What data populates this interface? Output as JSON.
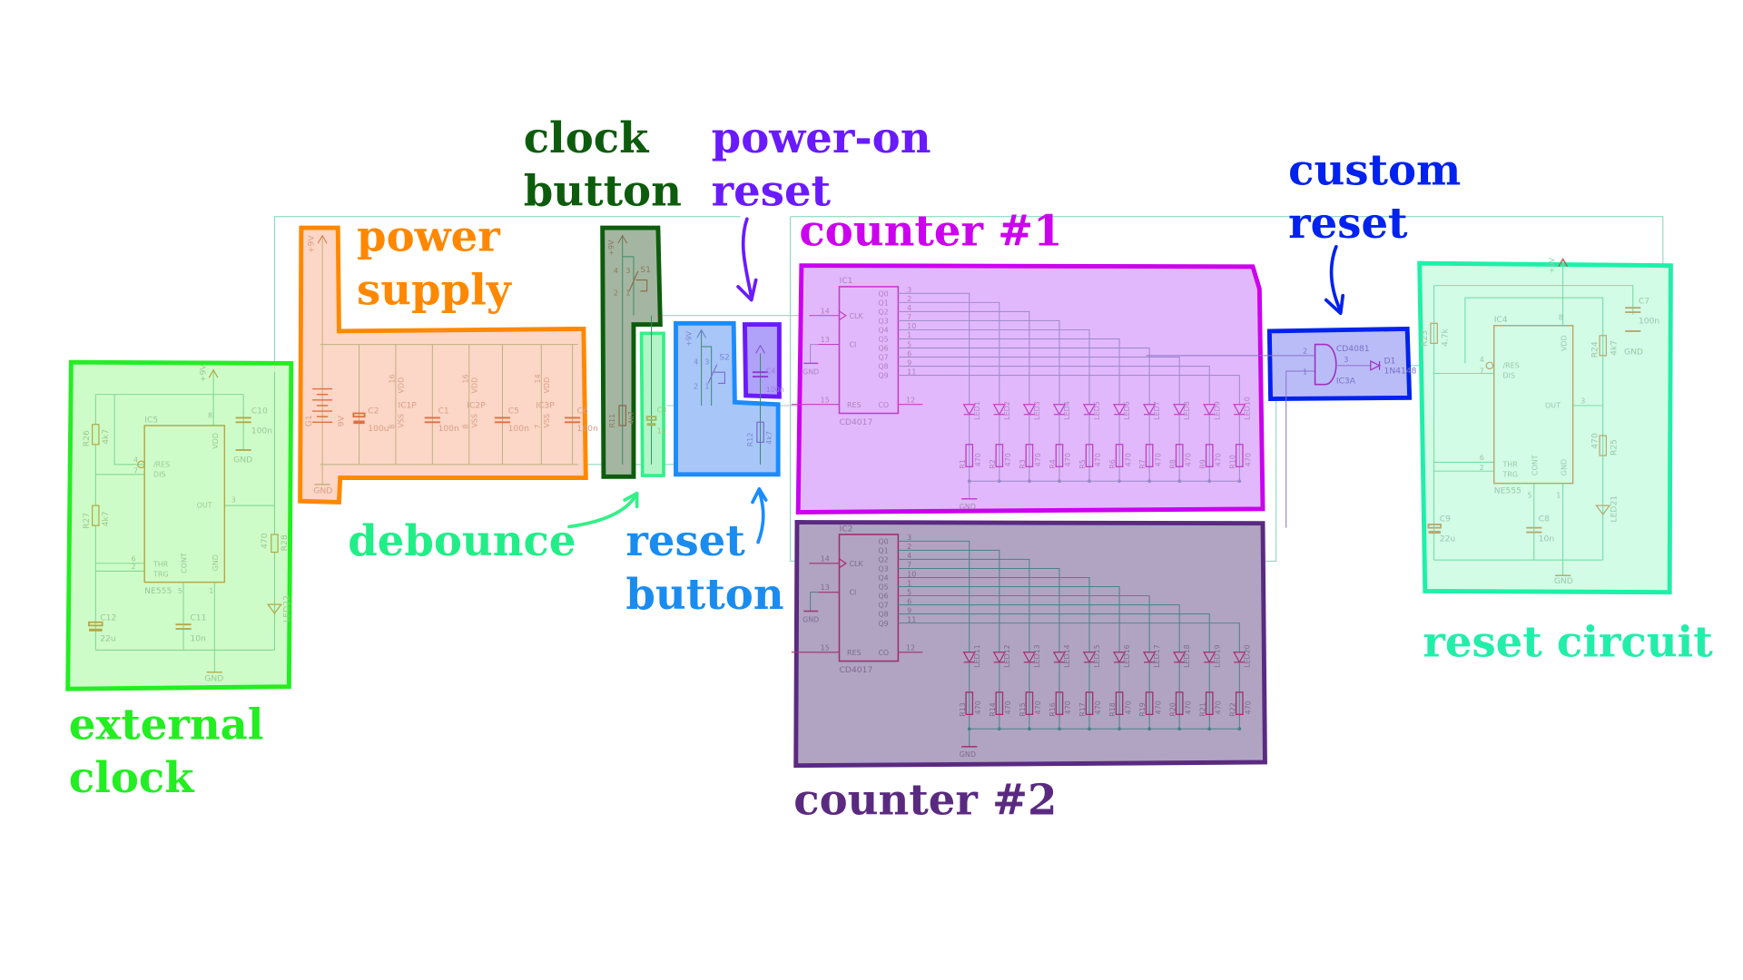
{
  "annotations": {
    "clock_button": [
      "clock",
      "button"
    ],
    "power_on_reset": [
      "power-on",
      "reset"
    ],
    "power_supply": [
      "power",
      "supply"
    ],
    "counter1": "counter #1",
    "custom_reset": [
      "custom",
      "reset"
    ],
    "debounce": "debounce",
    "reset_button": [
      "reset",
      "button"
    ],
    "external_clock": [
      "external",
      "clock"
    ],
    "counter2": "counter #2",
    "reset_circuit": "reset circuit"
  },
  "colors": {
    "external_clock": "#22ee22",
    "power_supply": "#ff8800",
    "clock_button": "#0d5c0d",
    "debounce": "#33f088",
    "reset_button": "#1a8cff",
    "power_on_reset": "#6a1aff",
    "counter1": "#cc00ee",
    "counter2": "#5a2a80",
    "custom_reset": "#0022ee",
    "reset_circuit": "#1ef0a8"
  },
  "external_clock": {
    "ic": "IC5",
    "part": "NE555",
    "supply": "+9V",
    "gnd": "GND",
    "pins": {
      "res": "/RES",
      "dis": "DIS",
      "out": "OUT",
      "thr": "THR",
      "trg": "TRG",
      "cont": "CONT",
      "gnd": "GND",
      "vdd": "VDD"
    },
    "pin_numbers": {
      "res": "4",
      "dis": "7",
      "out": "3",
      "thr": "6",
      "trg": "2",
      "vdd": "8",
      "cont": "5",
      "gnd": "1"
    },
    "r26": "R26",
    "r26_value": "4k7",
    "r27": "R27",
    "r27_value": "4k7",
    "r28": "R28",
    "r28_value": "470",
    "c10": "C10",
    "c10_value": "100n",
    "c11": "C11",
    "c11_value": "10n",
    "c12": "C12",
    "c12_value": "22u",
    "led": "LED22"
  },
  "power_supply": {
    "supply": "+9V",
    "gnd": "GND",
    "battery": "G1",
    "battery_value": "9V",
    "c2": "C2",
    "c2_value": "100u",
    "c1": "C1",
    "c1_value": "100n",
    "c5": "C5",
    "c5_value": "100n",
    "c6": "C6",
    "c6_value": "100n",
    "ic1p": "IC1P",
    "ic2p": "IC2P",
    "ic3p": "IC3P",
    "vdd": "VDD",
    "vss": "VSS",
    "vdd_pins": [
      "16",
      "16",
      "14"
    ],
    "vss_pins": [
      "8",
      "8",
      "7"
    ]
  },
  "clock_button": {
    "supply": "+9V",
    "switch": "S1",
    "r11": "R11",
    "r11_value": "4k7",
    "pins": [
      "4",
      "3",
      "2",
      "1"
    ]
  },
  "debounce": {
    "c3": "C3",
    "c3_value": "1u"
  },
  "reset_button": {
    "supply": "+9V",
    "switch": "S2",
    "r12": "R12",
    "r12_value": "4k7",
    "pins": [
      "4",
      "3",
      "2",
      "1"
    ]
  },
  "power_on_reset": {
    "c4": "C4",
    "c4_value": "100n",
    "supply": "+9V"
  },
  "counter1": {
    "ic": "IC1",
    "part": "CD4017",
    "gnd": "GND",
    "pins": {
      "clk": "CLK",
      "ci": "CI",
      "res": "RES",
      "co": "CO"
    },
    "pin_numbers": {
      "clk": "14",
      "ci": "13",
      "res": "15",
      "co": "12"
    },
    "outputs": [
      "Q0",
      "Q1",
      "Q2",
      "Q3",
      "Q4",
      "Q5",
      "Q6",
      "Q7",
      "Q8",
      "Q9"
    ],
    "output_pins": [
      "3",
      "2",
      "4",
      "7",
      "10",
      "1",
      "5",
      "6",
      "9",
      "11"
    ],
    "leds": [
      "LED1",
      "LED2",
      "LED3",
      "LED4",
      "LED5",
      "LED6",
      "LED7",
      "LED8",
      "LED9",
      "LED10"
    ],
    "resistors": [
      "R1",
      "R2",
      "R3",
      "R4",
      "R5",
      "R6",
      "R7",
      "R8",
      "R9",
      "R10"
    ],
    "resistor_value": "470"
  },
  "counter2": {
    "ic": "IC2",
    "part": "CD4017",
    "gnd": "GND",
    "pins": {
      "clk": "CLK",
      "ci": "CI",
      "res": "RES",
      "co": "CO"
    },
    "pin_numbers": {
      "clk": "14",
      "ci": "13",
      "res": "15",
      "co": "12"
    },
    "outputs": [
      "Q0",
      "Q1",
      "Q2",
      "Q3",
      "Q4",
      "Q5",
      "Q6",
      "Q7",
      "Q8",
      "Q9"
    ],
    "output_pins": [
      "3",
      "2",
      "4",
      "7",
      "10",
      "1",
      "5",
      "6",
      "9",
      "11"
    ],
    "leds": [
      "LED11",
      "LED12",
      "LED13",
      "LED14",
      "LED15",
      "LED16",
      "LED17",
      "LED18",
      "LED19",
      "LED20"
    ],
    "resistors": [
      "R13",
      "R14",
      "R15",
      "R16",
      "R17",
      "R18",
      "R19",
      "R20",
      "R21",
      "R22"
    ],
    "resistor_value": "470"
  },
  "custom_reset": {
    "gate": "CD4081",
    "gate_ref": "IC3A",
    "diode": "D1",
    "diode_value": "1N4148",
    "pins": [
      "2",
      "1",
      "3"
    ]
  },
  "reset_circuit": {
    "ic": "IC4",
    "part": "NE555",
    "supply": "+9V",
    "gnd": "GND",
    "pins": {
      "res": "/RES",
      "dis": "DIS",
      "out": "OUT",
      "thr": "THR",
      "trg": "TRG",
      "cont": "CONT",
      "gnd": "GND",
      "vdd": "VDD"
    },
    "pin_numbers": {
      "res": "4",
      "dis": "7",
      "out": "3",
      "thr": "6",
      "trg": "2",
      "vdd": "8",
      "cont": "5",
      "gnd": "1"
    },
    "r23": "R23",
    "r23_value": "4.7k",
    "r24": "R24",
    "r24_value": "4k7",
    "r25": "R25",
    "r25_value": "470",
    "c7": "C7",
    "c7_value": "100n",
    "c8": "C8",
    "c8_value": "10n",
    "c9": "C9",
    "c9_value": "22u",
    "led": "LED21"
  }
}
